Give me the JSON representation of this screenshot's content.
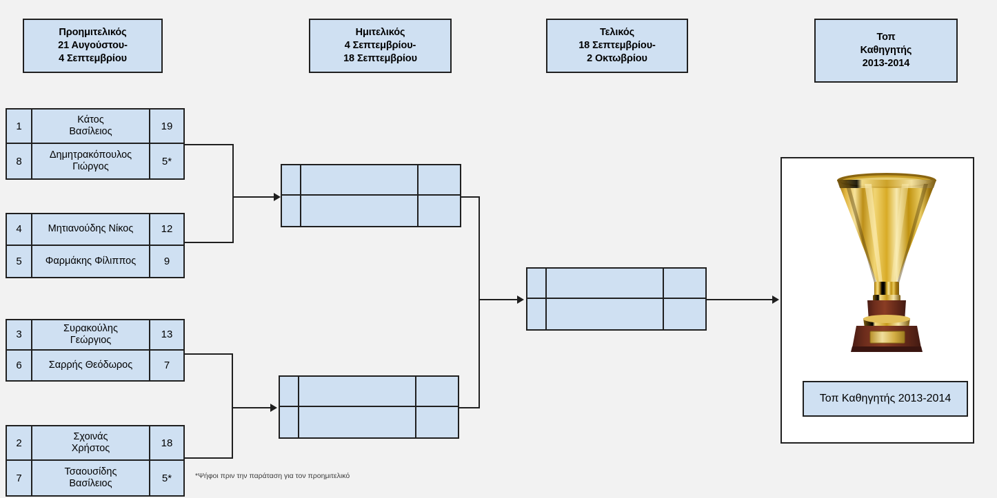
{
  "page": {
    "background": "#f2f2f2",
    "box_fill": "#cfe0f2",
    "line_color": "#1f1f1f"
  },
  "rounds": [
    {
      "id": "quarterfinal",
      "title": "Προημιτελικός",
      "date_from": "21 Αυγούστου-",
      "date_to": "4 Σεπτεμβρίου"
    },
    {
      "id": "semifinal",
      "title": "Ημιτελικός",
      "date_from": "4 Σεπτεμβρίου-",
      "date_to": "18 Σεπτεμβρίου"
    },
    {
      "id": "final",
      "title": "Τελικός",
      "date_from": "18 Σεπτεμβρίου-",
      "date_to": "2 Οκτωβρίου"
    },
    {
      "id": "champion",
      "title": "Τοπ",
      "date_from": "Καθηγητής",
      "date_to": "2013-2014"
    }
  ],
  "quarterfinals": [
    {
      "id": "qf1",
      "top": {
        "seed": "1",
        "name": "Κάτος\nΒασίλειος",
        "score": "19"
      },
      "bottom": {
        "seed": "8",
        "name": "Δημητρακόπουλος\nΓιώργος",
        "score": "5*"
      }
    },
    {
      "id": "qf2",
      "top": {
        "seed": "4",
        "name": "Μητιανούδης Νίκος",
        "score": "12"
      },
      "bottom": {
        "seed": "5",
        "name": "Φαρμάκης Φίλιππος",
        "score": "9"
      }
    },
    {
      "id": "qf3",
      "top": {
        "seed": "3",
        "name": "Συρακούλης\nΓεώργιος",
        "score": "13"
      },
      "bottom": {
        "seed": "6",
        "name": "Σαρρής Θεόδωρος",
        "score": "7"
      }
    },
    {
      "id": "qf4",
      "top": {
        "seed": "2",
        "name": "Σχοινάς\nΧρήστος",
        "score": "18"
      },
      "bottom": {
        "seed": "7",
        "name": "Τσαουσίδης\nΒασίλειος",
        "score": "5*"
      }
    }
  ],
  "semifinals": [
    {
      "id": "sf1",
      "top": {
        "seed": "",
        "name": "",
        "score": ""
      },
      "bottom": {
        "seed": "",
        "name": "",
        "score": ""
      }
    },
    {
      "id": "sf2",
      "top": {
        "seed": "",
        "name": "",
        "score": ""
      },
      "bottom": {
        "seed": "",
        "name": "",
        "score": ""
      }
    }
  ],
  "final_match": {
    "id": "f1",
    "top": {
      "seed": "",
      "name": "",
      "score": ""
    },
    "bottom": {
      "seed": "",
      "name": "",
      "score": ""
    }
  },
  "champion": {
    "caption": "Τοπ Καθηγητής 2013-2014",
    "trophy_icon": "trophy-icon"
  },
  "footnote": "*Ψήφοι πριν την παράταση για τον προημιτελικό"
}
